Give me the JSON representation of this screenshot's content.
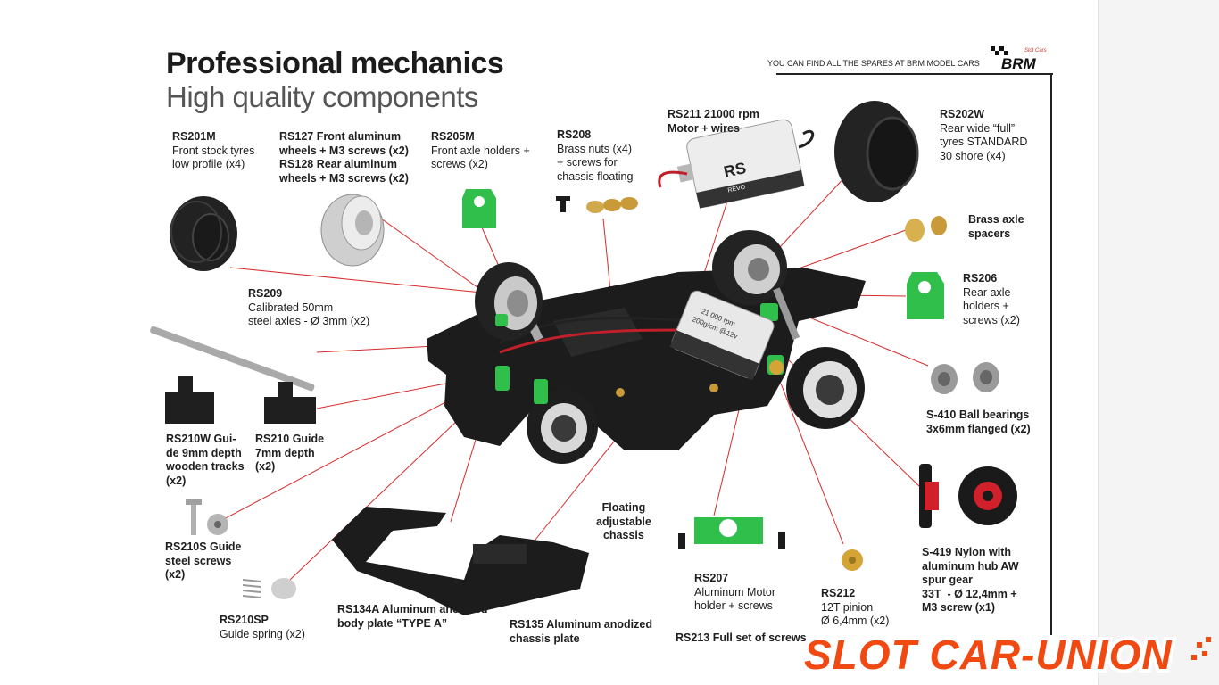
{
  "header": {
    "title": "Professional mechanics",
    "subtitle": "High quality components",
    "spares_note": "YOU CAN FIND ALL THE SPARES AT BRM MODEL CARS",
    "brand_logo": "BRM",
    "brand_logo_small": "Slot Cars"
  },
  "parts": {
    "rs201m": {
      "code": "RS201M",
      "desc": "Front stock tyres\nlow profile (x4)"
    },
    "rs127": {
      "code": "",
      "desc": "RS127 Front aluminum\nwheels + M3 screws (x2)\nRS128 Rear aluminum\nwheels + M3 screws (x2)"
    },
    "rs205m": {
      "code": "RS205M",
      "desc": "Front axle holders +\nscrews (x2)"
    },
    "rs208": {
      "code": "RS208",
      "desc": "Brass nuts (x4)\n+ screws for\nchassis floating"
    },
    "rs211": {
      "code": "",
      "desc": "RS211 21000 rpm\nMotor + wires"
    },
    "rs202w": {
      "code": "RS202W",
      "desc": "Rear wide “full”\ntyres STANDARD\n30 shore (x4)"
    },
    "brass_spacers": {
      "code": "",
      "desc": "Brass axle\nspacers"
    },
    "rs206": {
      "code": "RS206",
      "desc": "Rear axle\nholders +\nscrews (x2)"
    },
    "rs209": {
      "code": "RS209",
      "desc": "Calibrated 50mm\nsteel axles - Ø 3mm (x2)"
    },
    "s410": {
      "code": "",
      "desc": "S-410 Ball bearings\n3x6mm flanged (x2)"
    },
    "rs210w": {
      "code": "",
      "desc": "RS210W Gui-\nde 9mm depth\nwooden tracks\n(x2)"
    },
    "rs210": {
      "code": "",
      "desc": "RS210 Guide\n7mm depth\n(x2)"
    },
    "rs210s": {
      "code": "",
      "desc": "RS210S Guide\nsteel screws\n(x2)"
    },
    "rs210sp": {
      "code": "RS210SP",
      "desc": "Guide spring (x2)"
    },
    "floating": {
      "code": "",
      "desc": "Floating\nadjustable\nchassis"
    },
    "rs134a": {
      "code": "",
      "desc": "RS134A Aluminum anodized\nbody plate “TYPE A”"
    },
    "rs135": {
      "code": "",
      "desc": "RS135 Aluminum anodized\nchassis plate"
    },
    "rs207": {
      "code": "RS207",
      "desc": "Aluminum Motor\nholder + screws"
    },
    "rs212": {
      "code": "RS212",
      "desc": "12T pinion\nØ 6,4mm (x2)"
    },
    "s419": {
      "code": "",
      "desc": "S-419 Nylon with\naluminum hub AW\nspur gear\n33T  - Ø 12,4mm +\nM3 screw (x1)"
    },
    "rs213": {
      "code": "",
      "desc": "RS213 Full set of screws"
    }
  },
  "motor_print": {
    "brand": "RS",
    "line1": "21 000 rpm",
    "line2": "200g/cm @12v",
    "series": "REVO"
  },
  "footer": {
    "watermark": "SLOT CAR-UNION"
  },
  "colors": {
    "green": "#2fbf4a",
    "red_line": "#d42a2a",
    "chassis": "#1c1c1c",
    "scu_orange": "#f04a12"
  }
}
